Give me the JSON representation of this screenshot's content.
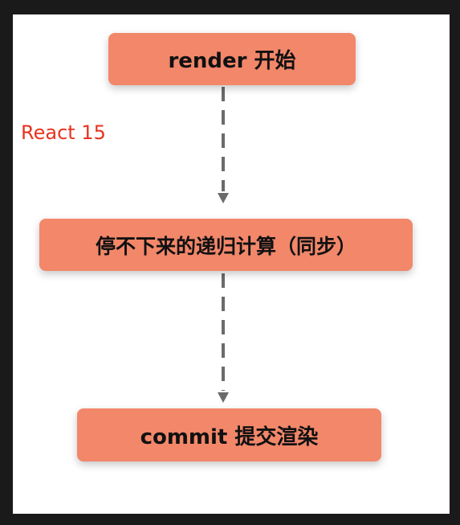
{
  "diagram": {
    "side_label": "React 15",
    "nodes": [
      {
        "id": "render",
        "text": "render 开始"
      },
      {
        "id": "calc",
        "text": "停不下来的递归计算（同步）"
      },
      {
        "id": "commit",
        "text": "commit 提交渲染"
      }
    ],
    "edges": [
      {
        "from": "render",
        "to": "calc",
        "style": "dashed"
      },
      {
        "from": "calc",
        "to": "commit",
        "style": "dashed"
      }
    ],
    "colors": {
      "node_fill": "#f2876a",
      "arrow": "#6b6b6b",
      "side_label": "#e8321f",
      "frame": "#1a1a1a",
      "canvas": "#ffffff"
    }
  }
}
